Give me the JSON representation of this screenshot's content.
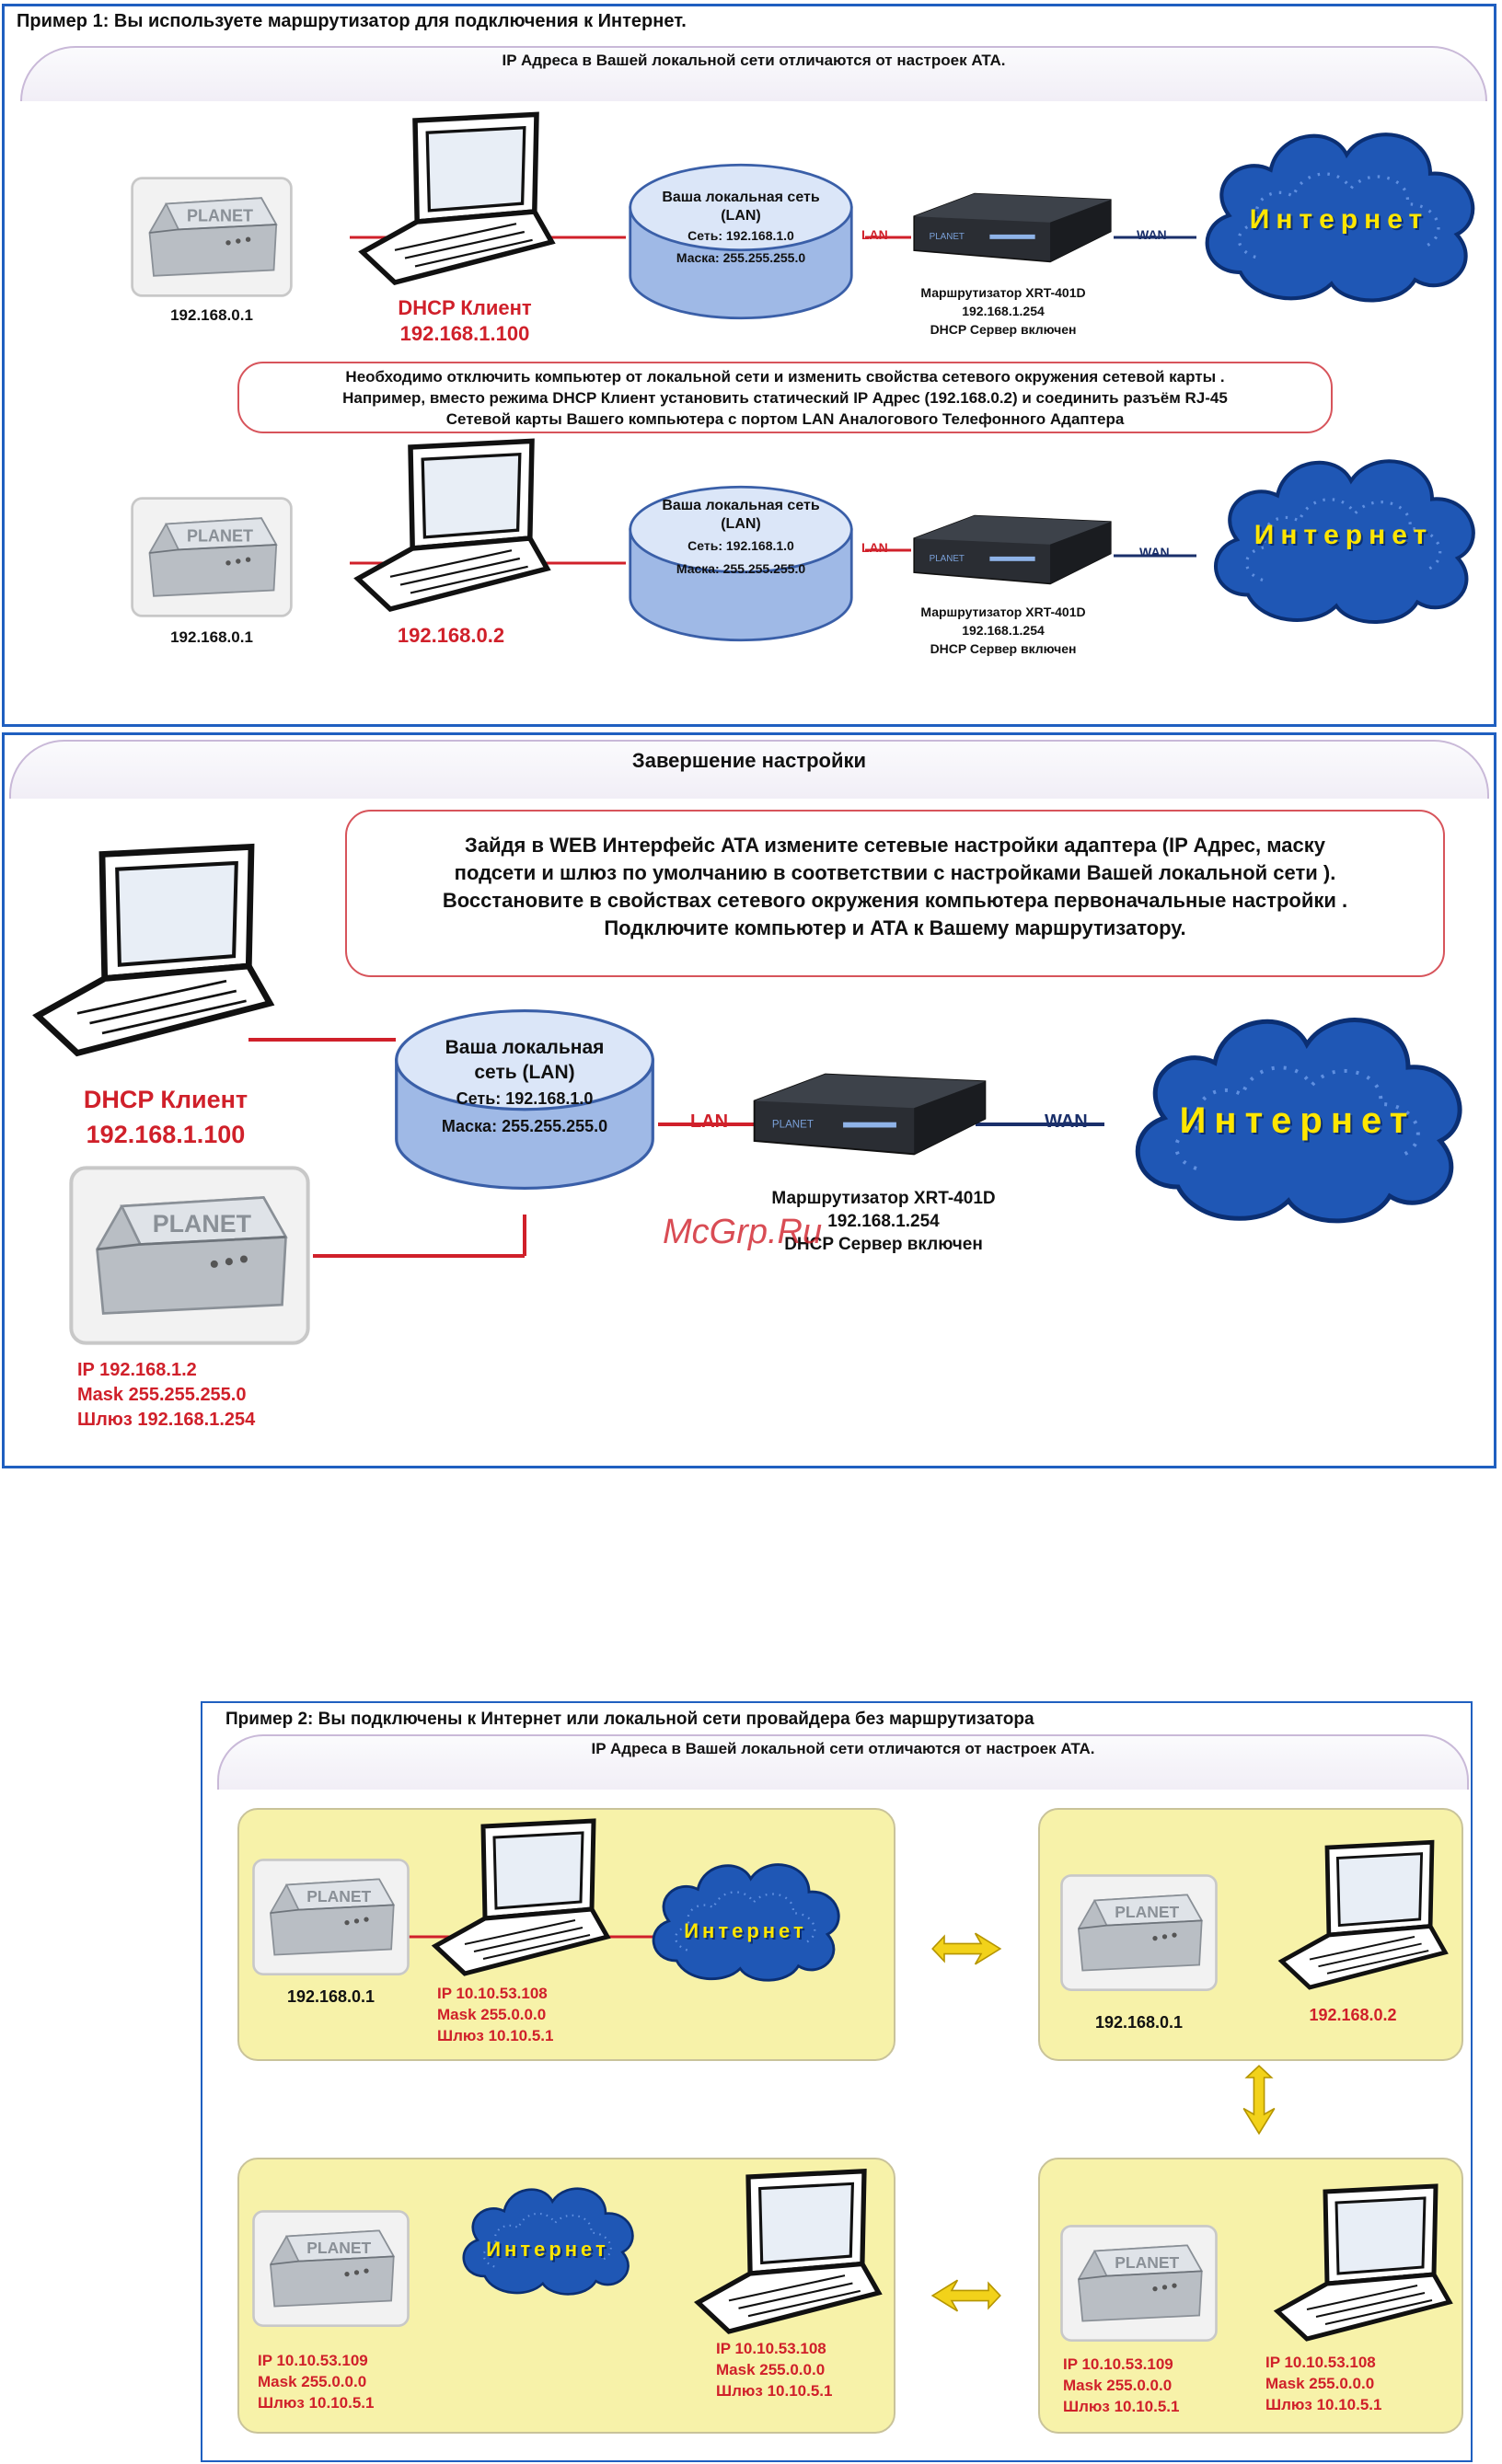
{
  "ex1": {
    "title": "Пример 1: Вы используете маршрутизатор для подключения к Интернет.",
    "banner": "IP Адреса в Вашей локальной сети отличаются от настроек ATA.",
    "top_row": {
      "ata_ip": "192.168.0.1",
      "pc_label": "DHCP Клиент",
      "pc_ip": "192.168.1.100",
      "lan_title": "Ваша локальная сеть (LAN)",
      "lan_net": "Сеть: 192.168.1.0",
      "lan_mask": "Маска: 255.255.255.0",
      "lan_tag": "LAN",
      "wan_tag": "WAN",
      "router_name": "Маршрутизатор XRT-401D",
      "router_ip": "192.168.1.254",
      "router_dhcp": "DHCP Сервер включен",
      "internet": "Интернет"
    },
    "note": [
      "Необходимо отключить компьютер от локальной сети и изменить свойства сетевого окружения сетевой карты .",
      "Например, вместо режима DHCP Клиент установить статический IP Адрес (192.168.0.2) и соединить разъём RJ-45",
      "Сетевой карты Вашего компьютера с портом LAN Аналогового Телефонного Адаптера"
    ],
    "bottom_row": {
      "ata_ip": "192.168.0.1",
      "pc_ip": "192.168.0.2",
      "lan_title": "Ваша локальная сеть (LAN)",
      "lan_net": "Сеть: 192.168.1.0",
      "lan_mask": "Маска: 255.255.255.0",
      "lan_tag": "LAN",
      "wan_tag": "WAN",
      "router_name": "Маршрутизатор XRT-401D",
      "router_ip": "192.168.1.254",
      "router_dhcp": "DHCP Сервер включен",
      "internet": "Интернет"
    }
  },
  "finish": {
    "title": "Завершение настройки",
    "note": [
      "Зайдя в WEB Интерфейс ATA измените сетевые настройки адаптера (IP Адрес, маску",
      "подсети и шлюз по умолчанию в соответствии с настройками Вашей локальной сети ).",
      "Восстановите в свойствах сетевого окружения компьютера первоначальные настройки .",
      "Подключите компьютер и ATA к Вашему маршрутизатору."
    ],
    "pc_label": "DHCP Клиент",
    "pc_ip": "192.168.1.100",
    "lan_title": "Ваша локальная сеть (LAN)",
    "lan_net": "Сеть: 192.168.1.0",
    "lan_mask": "Маска: 255.255.255.0",
    "lan_tag": "LAN",
    "wan_tag": "WAN",
    "router_name": "Маршрутизатор XRT-401D",
    "router_ip": "192.168.1.254",
    "router_dhcp": "DHCP Сервер включен",
    "internet": "Интернет",
    "ata_ip": "IP 192.168.1.2",
    "ata_mask": "Mask 255.255.255.0",
    "ata_gw": "Шлюз 192.168.1.254",
    "watermark": "McGrp.Ru"
  },
  "ex2": {
    "title": "Пример 2: Вы подключены к Интернет или локальной сети провайдера без маршрутизатора",
    "banner": "IP Адреса в Вашей локальной сети отличаются от настроек ATA.",
    "p1": {
      "ata_ip": "192.168.0.1",
      "pc_ip": "IP 10.10.53.108",
      "pc_mask": "Mask 255.0.0.0",
      "pc_gw": "Шлюз 10.10.5.1",
      "internet": "Интернет"
    },
    "p2": {
      "ata_ip": "192.168.0.1",
      "pc_ip": "192.168.0.2"
    },
    "p3": {
      "ata_ip": "IP 10.10.53.109",
      "ata_mask": "Mask 255.0.0.0",
      "ata_gw": "Шлюз 10.10.5.1",
      "pc_ip": "IP 10.10.53.108",
      "pc_mask": "Mask 255.0.0.0",
      "pc_gw": "Шлюз 10.10.5.1",
      "internet": "Интернет"
    },
    "p4": {
      "ata_ip": "IP 10.10.53.109",
      "ata_mask": "Mask 255.0.0.0",
      "ata_gw": "Шлюз 10.10.5.1",
      "pc_ip": "IP 10.10.53.108",
      "pc_mask": "Mask 255.0.0.0",
      "pc_gw": "Шлюз 10.10.5.1"
    }
  },
  "colors": {
    "frame": "#1f5fc0",
    "accent_red": "#d0202a",
    "cloud": "#1a54b8",
    "cloud_text": "#ffe600",
    "panel": "#f7f2a9",
    "arrow": "#f2d21a"
  }
}
